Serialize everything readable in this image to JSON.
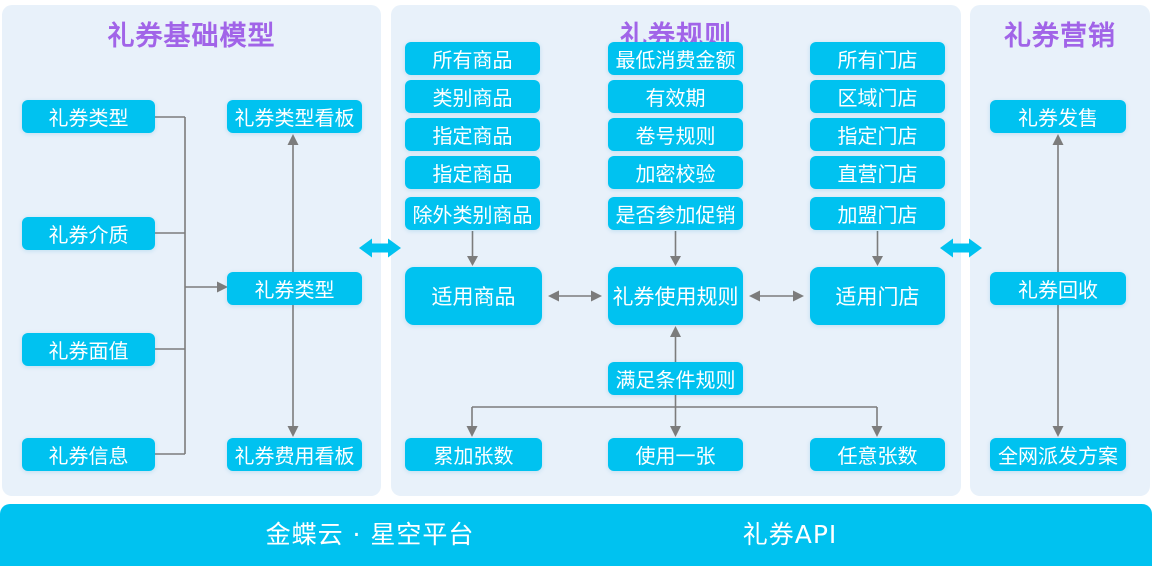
{
  "colors": {
    "accent": "#00c2f0",
    "panel_bg": "#e8f1fa",
    "title_purple": "#a164e8",
    "connector_gray": "#7c7c7c",
    "button_text": "#ffffff"
  },
  "panels": {
    "base": {
      "title": "礼券基础模型",
      "sources": [
        "礼券类型",
        "礼券介质",
        "礼券面值",
        "礼券信息"
      ],
      "center": "礼券类型",
      "board_top": "礼券类型看板",
      "board_bottom": "礼券费用看板"
    },
    "rules": {
      "title": "礼券规则",
      "product_options": [
        "所有商品",
        "类别商品",
        "指定商品",
        "指定商品",
        "除外类别商品"
      ],
      "usage_options": [
        "最低消费金额",
        "有效期",
        "卷号规则",
        "加密校验",
        "是否参加促销"
      ],
      "store_options": [
        "所有门店",
        "区域门店",
        "指定门店",
        "直营门店",
        "加盟门店"
      ],
      "applicable_products": "适用商品",
      "usage_rules": "礼券使用规则",
      "applicable_stores": "适用门店",
      "condition_rule": "满足条件规则",
      "quantity_options": [
        "累加张数",
        "使用一张",
        "任意张数"
      ]
    },
    "marketing": {
      "title": "礼券营销",
      "items": [
        "礼券发售",
        "礼券回收",
        "全网派发方案"
      ]
    }
  },
  "footer": {
    "platform_label": "金蝶云 · 星空平台",
    "api_label": "礼券API"
  }
}
